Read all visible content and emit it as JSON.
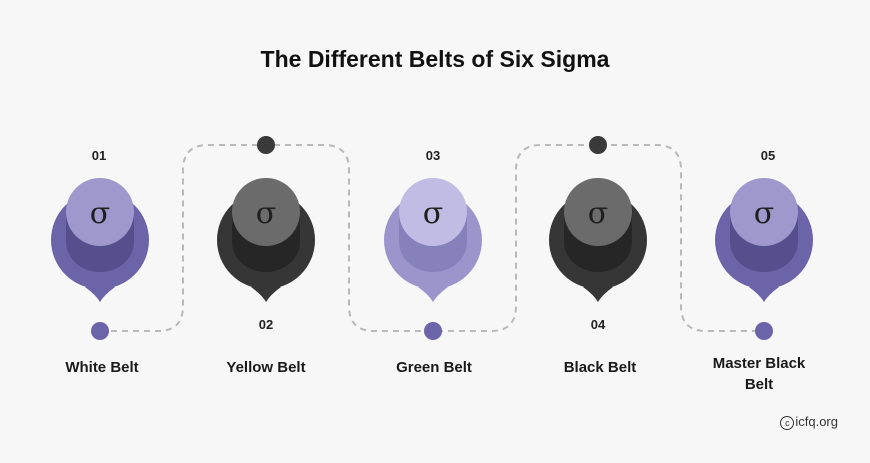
{
  "title": "The Different Belts of Six Sigma",
  "credit": "icfq.org",
  "belts": [
    {
      "number": "01",
      "label": "White Belt",
      "symbol": "σ",
      "outer": "#6c64a8",
      "inner": "#9e98cc",
      "shade": "#55508d"
    },
    {
      "number": "02",
      "label": "Yellow Belt",
      "symbol": "σ",
      "outer": "#363636",
      "inner": "#6b6b6b",
      "shade": "#262626"
    },
    {
      "number": "03",
      "label": "Green Belt",
      "symbol": "σ",
      "outer": "#9b95cc",
      "inner": "#c0bce3",
      "shade": "#8681ba"
    },
    {
      "number": "04",
      "label": "Black Belt",
      "symbol": "σ",
      "outer": "#363636",
      "inner": "#6b6b6b",
      "shade": "#262626"
    },
    {
      "number": "05",
      "label": "Master Black Belt",
      "symbol": "σ",
      "outer": "#6c64a8",
      "inner": "#9e98cc",
      "shade": "#55508d"
    }
  ],
  "colors": {
    "dot_purple": "#6c64a8",
    "dot_dark": "#3a3a3a",
    "connector": "#b9b9b9"
  }
}
